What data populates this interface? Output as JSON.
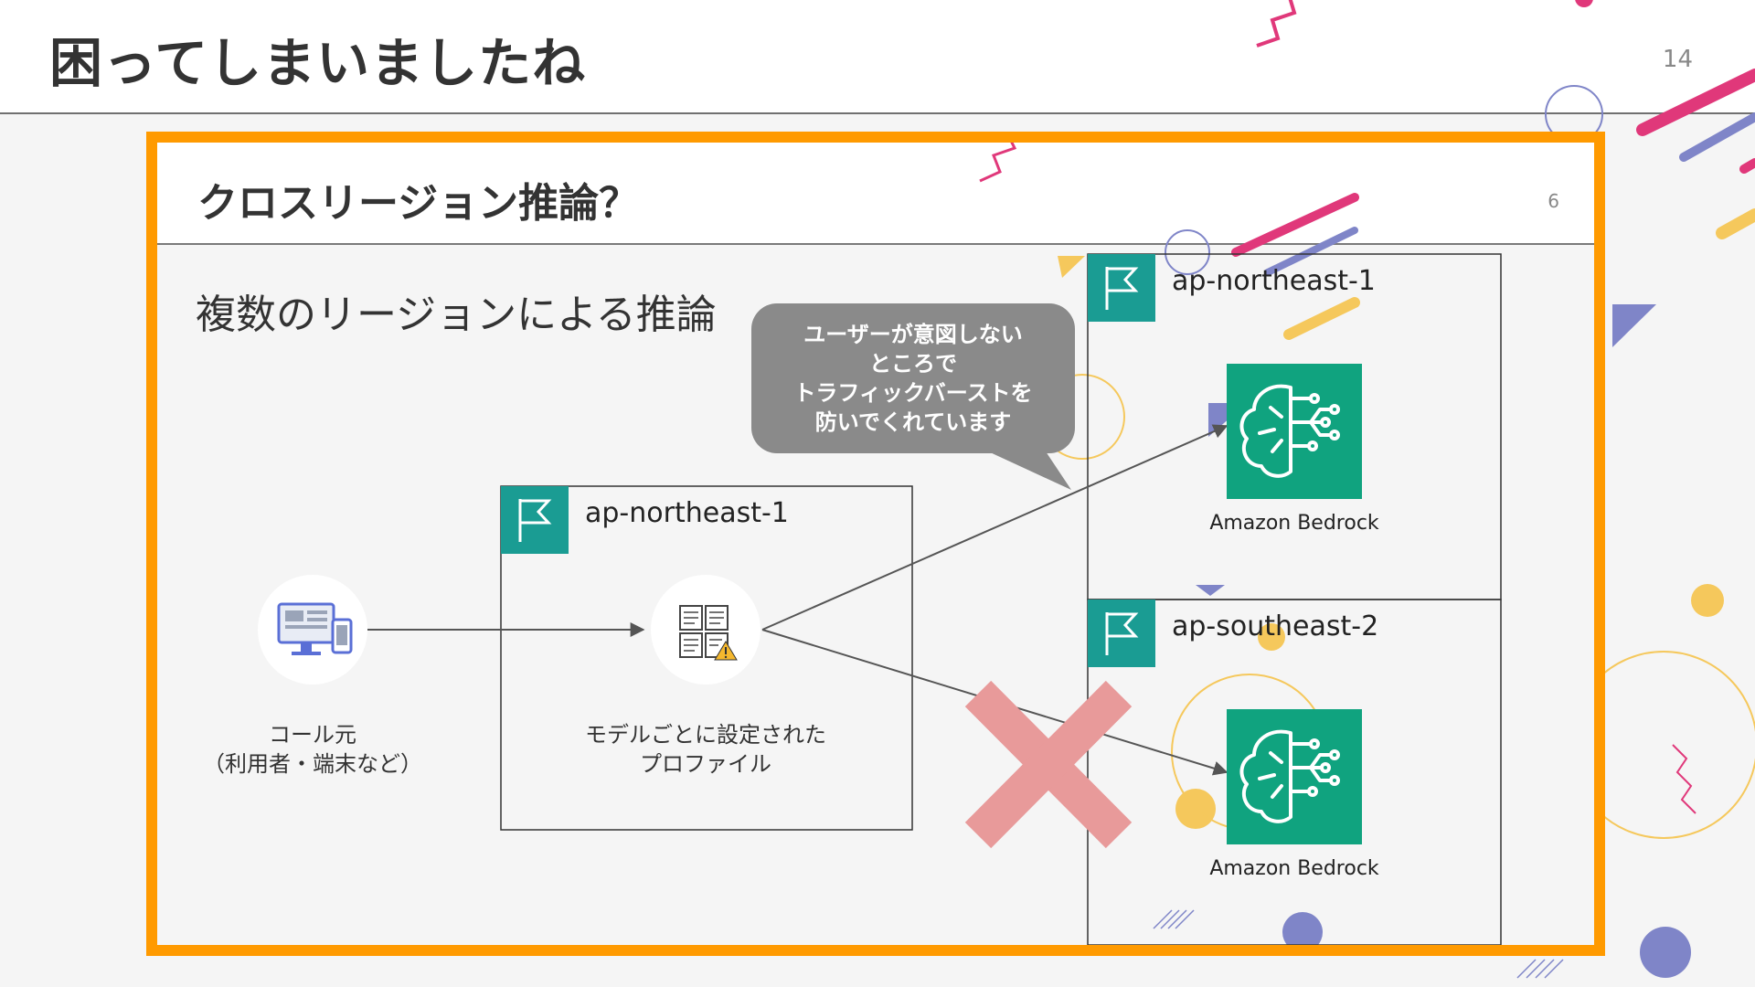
{
  "slide": {
    "title": "困ってしまいましたね",
    "page_number": "14"
  },
  "inner_slide": {
    "title": "クロスリージョン推論？",
    "page_number": "6",
    "subtitle": "複数のリージョンによる推論"
  },
  "callout": {
    "lines": [
      "ユーザーが意図しない",
      "ところで",
      "トラフィックバーストを",
      "防いでくれています"
    ]
  },
  "diagram": {
    "caller": {
      "lines": [
        "コール元",
        "（利用者・端末など）"
      ],
      "icon": "desktop-mobile-icon"
    },
    "source_region": {
      "label": "ap-northeast-1",
      "icon": "flag-icon"
    },
    "profile": {
      "lines": [
        "モデルごとに設定された",
        "プロファイル"
      ],
      "icon": "inference-profile-icon"
    },
    "target_regions": [
      {
        "label": "ap-northeast-1",
        "service": "Amazon Bedrock",
        "status": "allowed"
      },
      {
        "label": "ap-southeast-2",
        "service": "Amazon Bedrock",
        "status": "blocked"
      }
    ],
    "blocked_icon": "cross-mark-icon"
  },
  "colors": {
    "frame": "#ff9a00",
    "region_flag": "#1a9c93",
    "bedrock": "#10a37f",
    "callout": "#8a8a8a",
    "cross": "#e89a9a"
  }
}
